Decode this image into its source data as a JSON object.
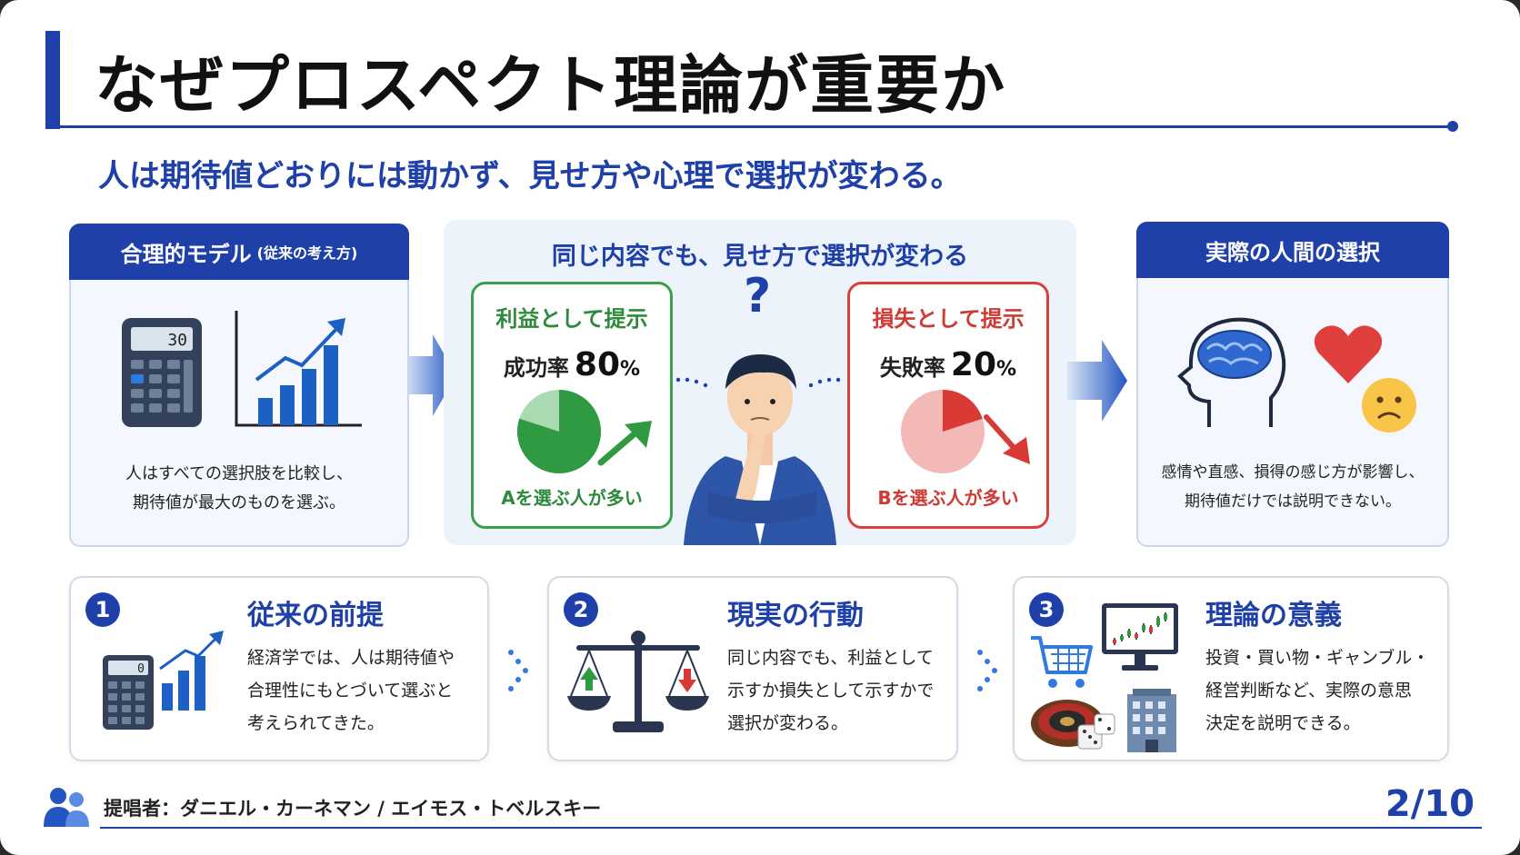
{
  "title": "なぜプロスペクト理論が重要か",
  "subtitle": "人は期待値どおりには動かず、見せ方や心理で選択が変わる。",
  "left_panel": {
    "heading": "合理的モデル",
    "heading_small": "(従来の考え方)",
    "calculator_display": "30",
    "text_line1": "人はすべての選択肢を比較し、",
    "text_line2": "期待値が最大のものを選ぶ。"
  },
  "middle_panel": {
    "heading": "同じ内容でも、見せ方で選択が変わる",
    "question_mark": "?",
    "gain_card": {
      "heading": "利益として提示",
      "rate_label": "成功率",
      "rate_value": "80",
      "rate_unit": "%",
      "pie_fraction": 0.8,
      "footer": "Aを選ぶ人が多い"
    },
    "loss_card": {
      "heading": "損失として提示",
      "rate_label": "失敗率",
      "rate_value": "20",
      "rate_unit": "%",
      "pie_fraction": 0.2,
      "footer": "Bを選ぶ人が多い"
    }
  },
  "right_panel": {
    "heading": "実際の人間の選択",
    "text_line1": "感情や直感、損得の感じ方が影響し、",
    "text_line2": "期待値だけでは説明できない。"
  },
  "steps": [
    {
      "number": "1",
      "title": "従来の前提",
      "lines": [
        "経済学では、人は期待値や",
        "合理性にもとづいて選ぶと",
        "考えられてきた。"
      ],
      "calculator_display": "0"
    },
    {
      "number": "2",
      "title": "現実の行動",
      "lines": [
        "同じ内容でも、利益として",
        "示すか損失として示すかで",
        "選択が変わる。"
      ]
    },
    {
      "number": "3",
      "title": "理論の意義",
      "lines": [
        "投資・買い物・ギャンブル・",
        "経営判断など、実際の意思",
        "決定を説明できる。"
      ]
    }
  ],
  "footer": {
    "proponents": "提唱者：ダニエル・カーネマン / エイモス・トベルスキー",
    "page": "2/10"
  },
  "colors": {
    "primary": "#1e40a8",
    "gain": "#3aa04a",
    "loss": "#d9403b",
    "panel_bg": "#f4f8fe"
  },
  "icons": [
    "calculator-icon",
    "bar-chart-up-icon",
    "thinking-man-icon",
    "brain-head-icon",
    "heart-icon",
    "sad-face-icon",
    "balance-scale-icon",
    "shopping-cart-icon",
    "stock-monitor-icon",
    "roulette-icon",
    "dice-icon",
    "building-icon",
    "people-icon"
  ]
}
